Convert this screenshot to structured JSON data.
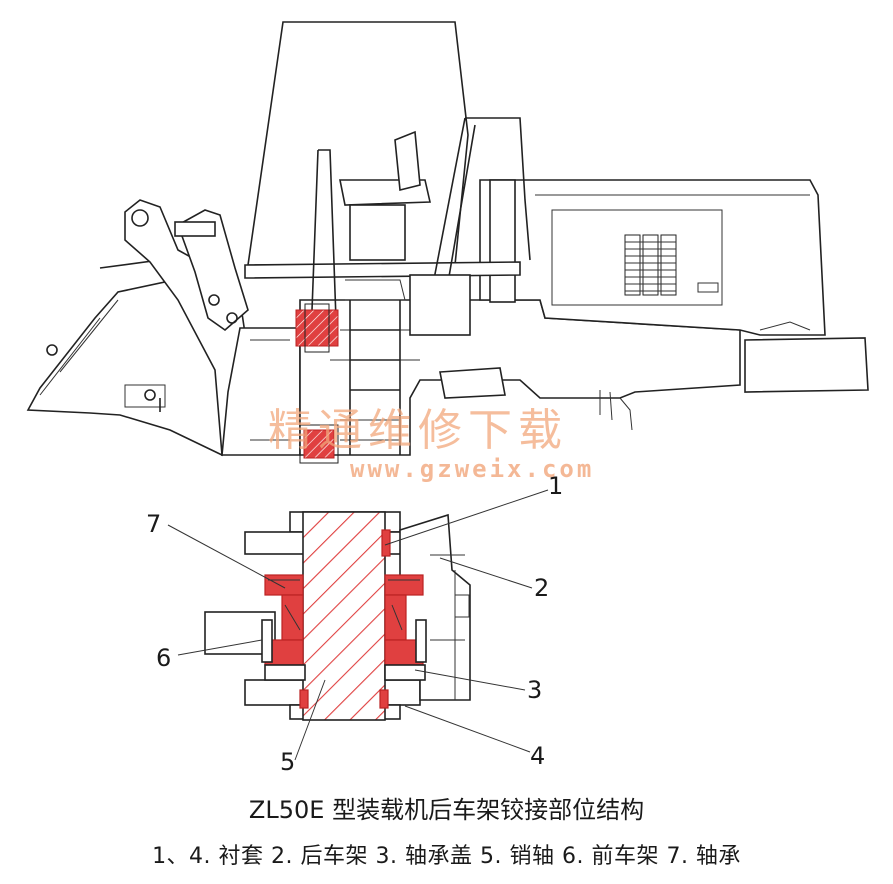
{
  "callouts": {
    "n1": "1",
    "n2": "2",
    "n3": "3",
    "n4": "4",
    "n5": "5",
    "n6": "6",
    "n7": "7"
  },
  "watermark": {
    "chinese": "精通维修下载",
    "url": "www.gzweix.com"
  },
  "caption": {
    "title": "ZL50E 型装载机后车架铰接部位结构",
    "legend": "1、4. 衬套  2. 后车架  3. 轴承盖  5. 销轴  6. 前车架  7. 轴承"
  },
  "colors": {
    "section_hatch": "#e04040",
    "watermark": "#f2a77c",
    "line": "#222222"
  }
}
